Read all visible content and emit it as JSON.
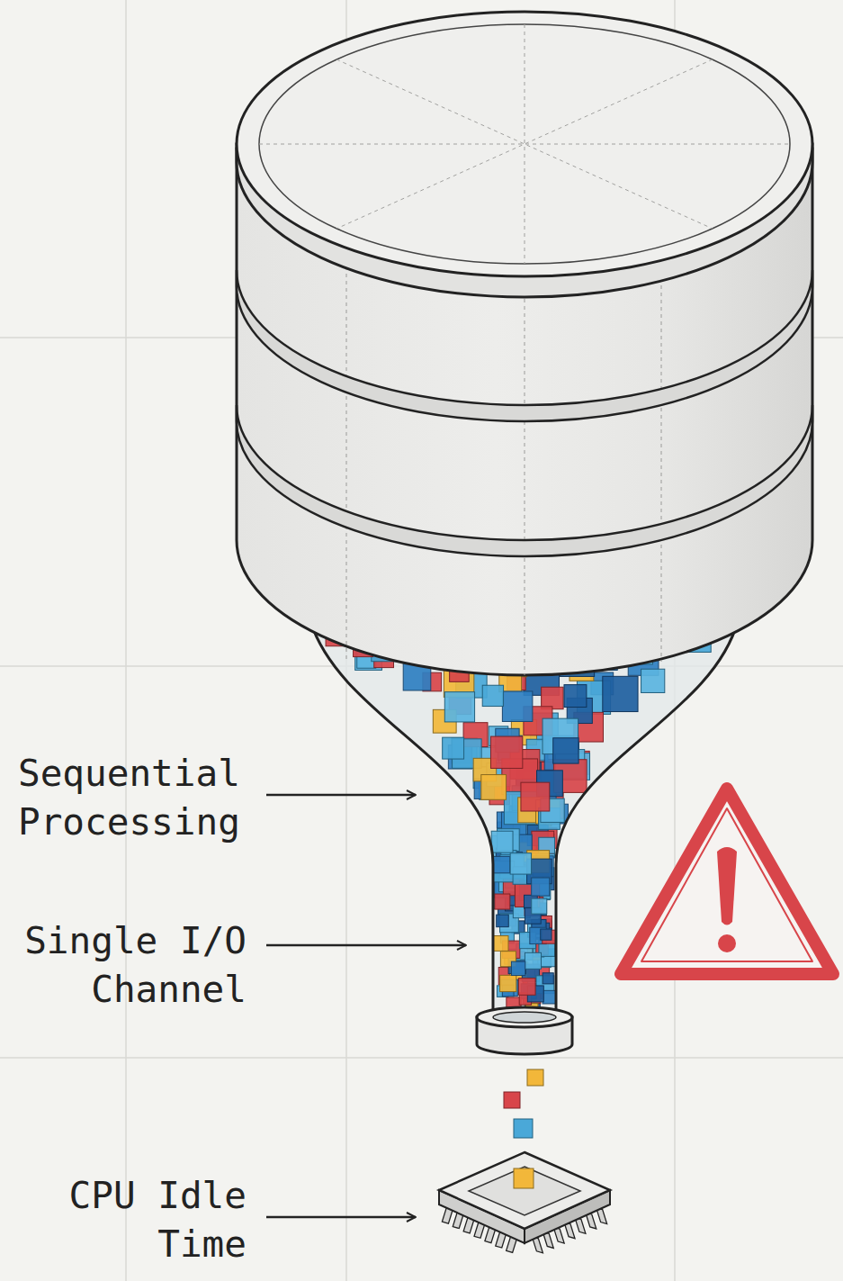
{
  "diagram": {
    "labels": [
      "Sequential Processing",
      "Single I/O Channel",
      "CPU Idle Time"
    ]
  }
}
